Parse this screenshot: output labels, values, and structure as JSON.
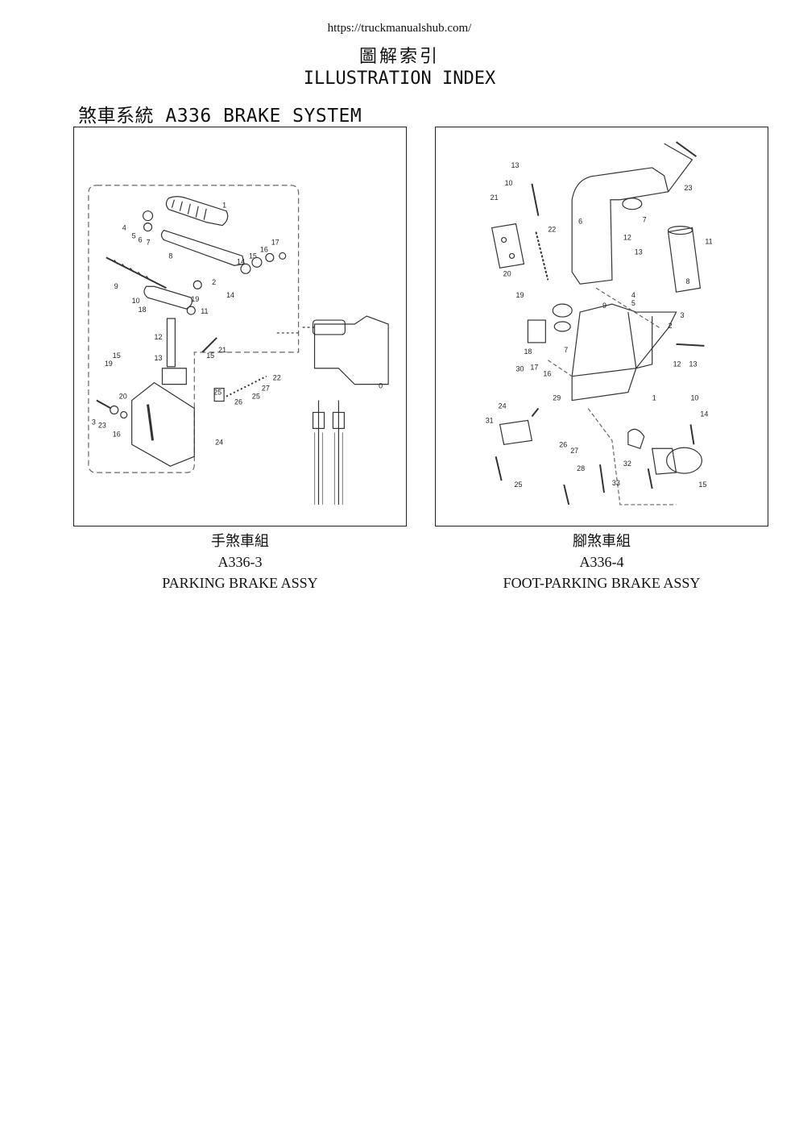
{
  "header": {
    "url": "https://truckmanualshub.com/",
    "title_cn": "圖解索引",
    "title_en": "ILLUSTRATION INDEX"
  },
  "section": {
    "title": "煞車系統 A336 BRAKE SYSTEM"
  },
  "figures": [
    {
      "name_cn": "手煞車組",
      "code": "A336-3",
      "name_en": "PARKING BRAKE ASSY",
      "labels": [
        "0",
        "1",
        "2",
        "3",
        "4",
        "5",
        "6",
        "7",
        "8",
        "9",
        "10",
        "11",
        "12",
        "13",
        "14",
        "14",
        "15",
        "15",
        "15",
        "16",
        "16",
        "17",
        "18",
        "19",
        "19",
        "20",
        "21",
        "22",
        "23",
        "24",
        "25",
        "25",
        "26",
        "27"
      ]
    },
    {
      "name_cn": "腳煞車組",
      "code": "A336-4",
      "name_en": "FOOT-PARKING BRAKE ASSY",
      "labels": [
        "1",
        "2",
        "3",
        "4",
        "5",
        "6",
        "7",
        "7",
        "8",
        "9",
        "10",
        "10",
        "11",
        "12",
        "12",
        "13",
        "13",
        "13",
        "14",
        "15",
        "16",
        "17",
        "18",
        "19",
        "20",
        "21",
        "22",
        "23",
        "24",
        "25",
        "26",
        "27",
        "28",
        "29",
        "30",
        "31",
        "32",
        "33"
      ]
    }
  ]
}
